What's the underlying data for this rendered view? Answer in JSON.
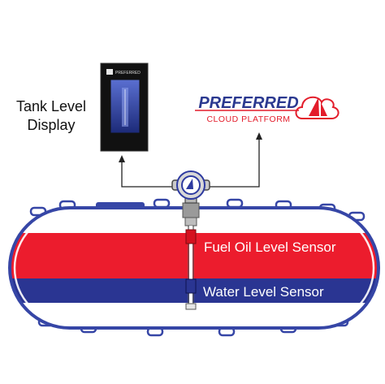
{
  "display_label": {
    "line1": "Tank Level",
    "line2": "Display"
  },
  "display_device": {
    "brand_text": "PREFERRED"
  },
  "cloud_logo": {
    "name": "PREFERRED",
    "subtitle": "CLOUD PLATFORM"
  },
  "sensors": {
    "fuel": "Fuel Oil Level Sensor",
    "water": "Water Level Sensor"
  },
  "colors": {
    "fuel": "#ec1c2d",
    "water": "#2a3592",
    "tank_outline": "#3646a6",
    "tank_fill": "#ffffff",
    "arrow": "#222222",
    "logo_navy": "#2b3990",
    "logo_red": "#e31d2b"
  },
  "icons": [
    "display-unit-icon",
    "cloud-sailboat-icon",
    "transmitter-icon",
    "sensor-float-icon"
  ]
}
